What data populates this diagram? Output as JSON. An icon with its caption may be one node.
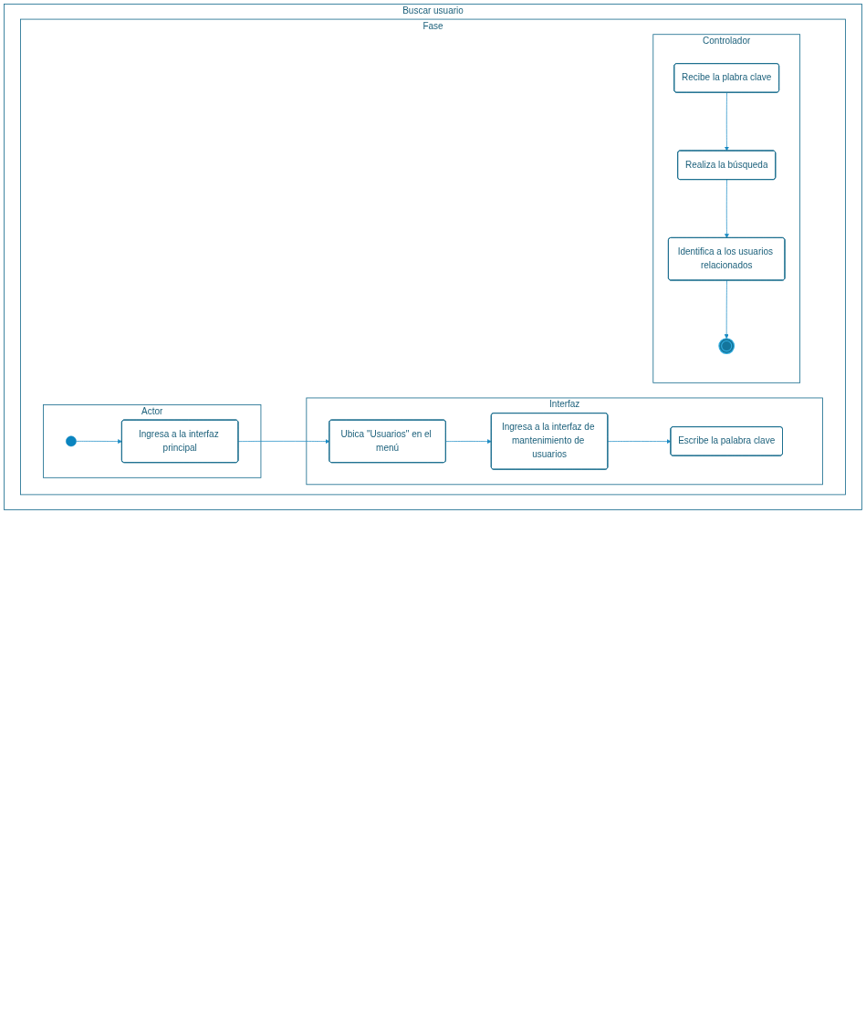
{
  "diagram": {
    "nodes": [
      {
        "text": [
          "Buscar usuario"
        ]
      },
      {
        "text": [
          "Fase"
        ],
        "in": 0
      },
      {
        "text": [
          "Actor"
        ],
        "in": 1
      },
      {
        "text": [
          "Interfaz"
        ],
        "in": 1
      },
      {
        "text": [
          "Controlador"
        ],
        "in": 1
      },
      {
        "text": [],
        "shape": "circle",
        "in": 2
      },
      {
        "text": [
          "Ingresa a la interfaz principal"
        ],
        "in": 2
      },
      {
        "text": [
          "Ubica \"Usuarios\" en el menú"
        ],
        "in": 3
      },
      {
        "text": [
          "Ingresa a la interfaz de mantenimiento de usuarios"
        ],
        "in": 3
      },
      {
        "text": [
          "Escribe la palabra clave"
        ],
        "in": 3
      },
      {
        "text": [
          "Recibe la plabra clave"
        ],
        "in": 4
      },
      {
        "text": [
          "Realiza la búsqueda"
        ],
        "in": 4
      },
      {
        "text": [
          "Identifica a los usuarios relacionados"
        ],
        "in": 4
      },
      {
        "text": [],
        "shape": "circle",
        "in": 4
      }
    ],
    "edges": [
      {
        "from": 5,
        "to": 6,
        "arrow": "to"
      },
      {
        "from": 6,
        "to": 7,
        "arrow": "to"
      },
      {
        "from": 7,
        "to": 8,
        "arrow": "to"
      },
      {
        "from": 8,
        "to": 9,
        "arrow": "to"
      },
      {
        "from": 10,
        "to": 11,
        "arrow": "to"
      },
      {
        "from": 11,
        "to": 12,
        "arrow": "to"
      },
      {
        "from": 12,
        "to": 13,
        "arrow": "to"
      }
    ]
  }
}
